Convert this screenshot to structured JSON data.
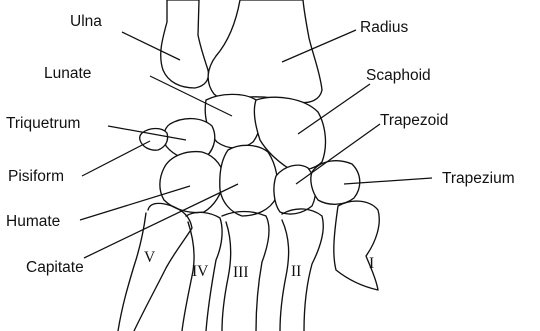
{
  "labels": {
    "ulna": "Ulna",
    "radius": "Radius",
    "lunate": "Lunate",
    "scaphoid": "Scaphoid",
    "triquetrum": "Triquetrum",
    "trapezoid": "Trapezoid",
    "pisiform": "Pisiform",
    "trapezium": "Trapezium",
    "hamate": "Humate",
    "capitate": "Capitate"
  },
  "metacarpals": {
    "first": "I",
    "second": "II",
    "third": "III",
    "fourth": "IV",
    "fifth": "V"
  }
}
